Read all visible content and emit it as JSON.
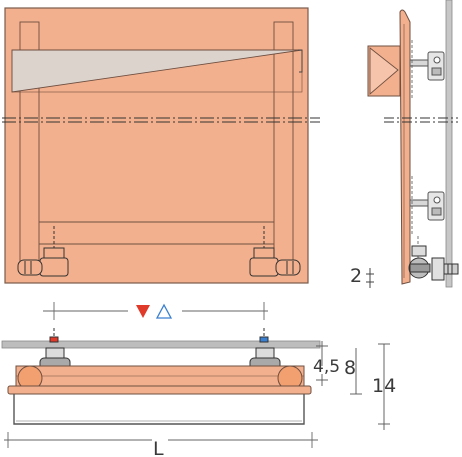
{
  "labels": {
    "wall_gap": "2",
    "width_symbol": "L",
    "depth_valve": "4,5",
    "depth_panel": "8",
    "depth_total": "14"
  },
  "colors": {
    "panel": "#f3b08e",
    "panel_stroke": "#7a5a4a",
    "inner_line": "#6e4f40",
    "shelf": "#c9b4aa",
    "wall": "#b8b8b8",
    "bracket": "#c9c9c9",
    "hot": "#e03a2a",
    "cold": "#3a7fd0",
    "dim_line": "#555555"
  },
  "icons": {
    "flow_supply": "red-down-triangle-icon",
    "flow_return": "blue-up-triangle-icon"
  }
}
